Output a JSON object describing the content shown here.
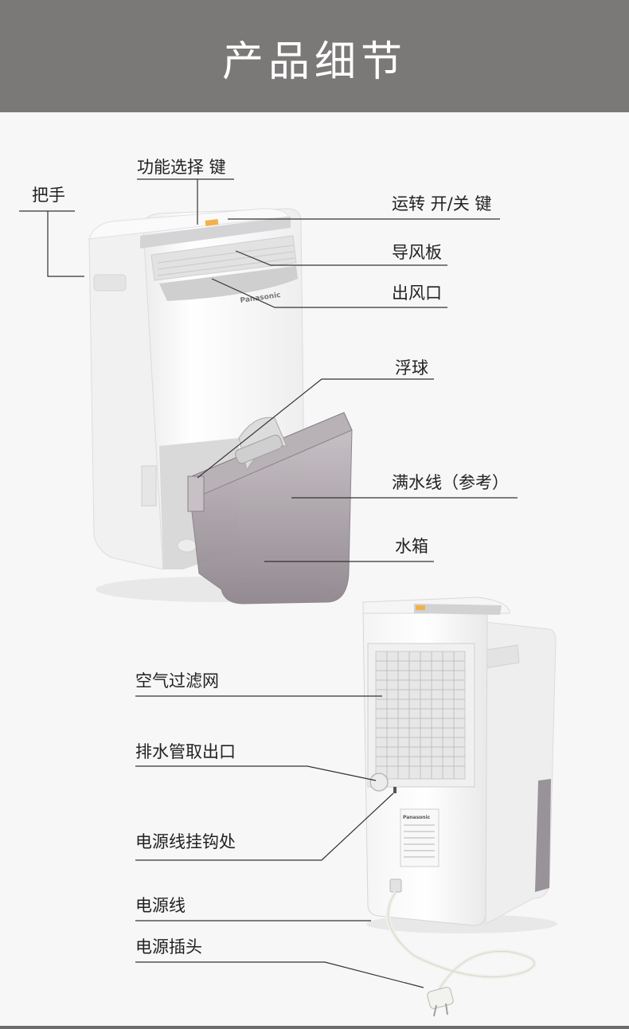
{
  "header": {
    "title": "产品细节"
  },
  "labels": {
    "function_select_key": "功能选择 键",
    "handle": "把手",
    "power_key": "运转 开/关 键",
    "air_guide": "导风板",
    "air_outlet": "出风口",
    "float_ball": "浮球",
    "full_water_line": "满水线（参考）",
    "water_tank": "水箱",
    "air_filter": "空气过滤网",
    "drain_outlet": "排水管取出口",
    "cord_hook": "电源线挂钩处",
    "power_cord": "电源线",
    "power_plug": "电源插头"
  },
  "product": {
    "brand": "Panasonic"
  },
  "colors": {
    "header_bg": "#7b7878",
    "header_text": "#ffffff",
    "tank": "#9a9299",
    "control_accent": "#f2b24a"
  }
}
